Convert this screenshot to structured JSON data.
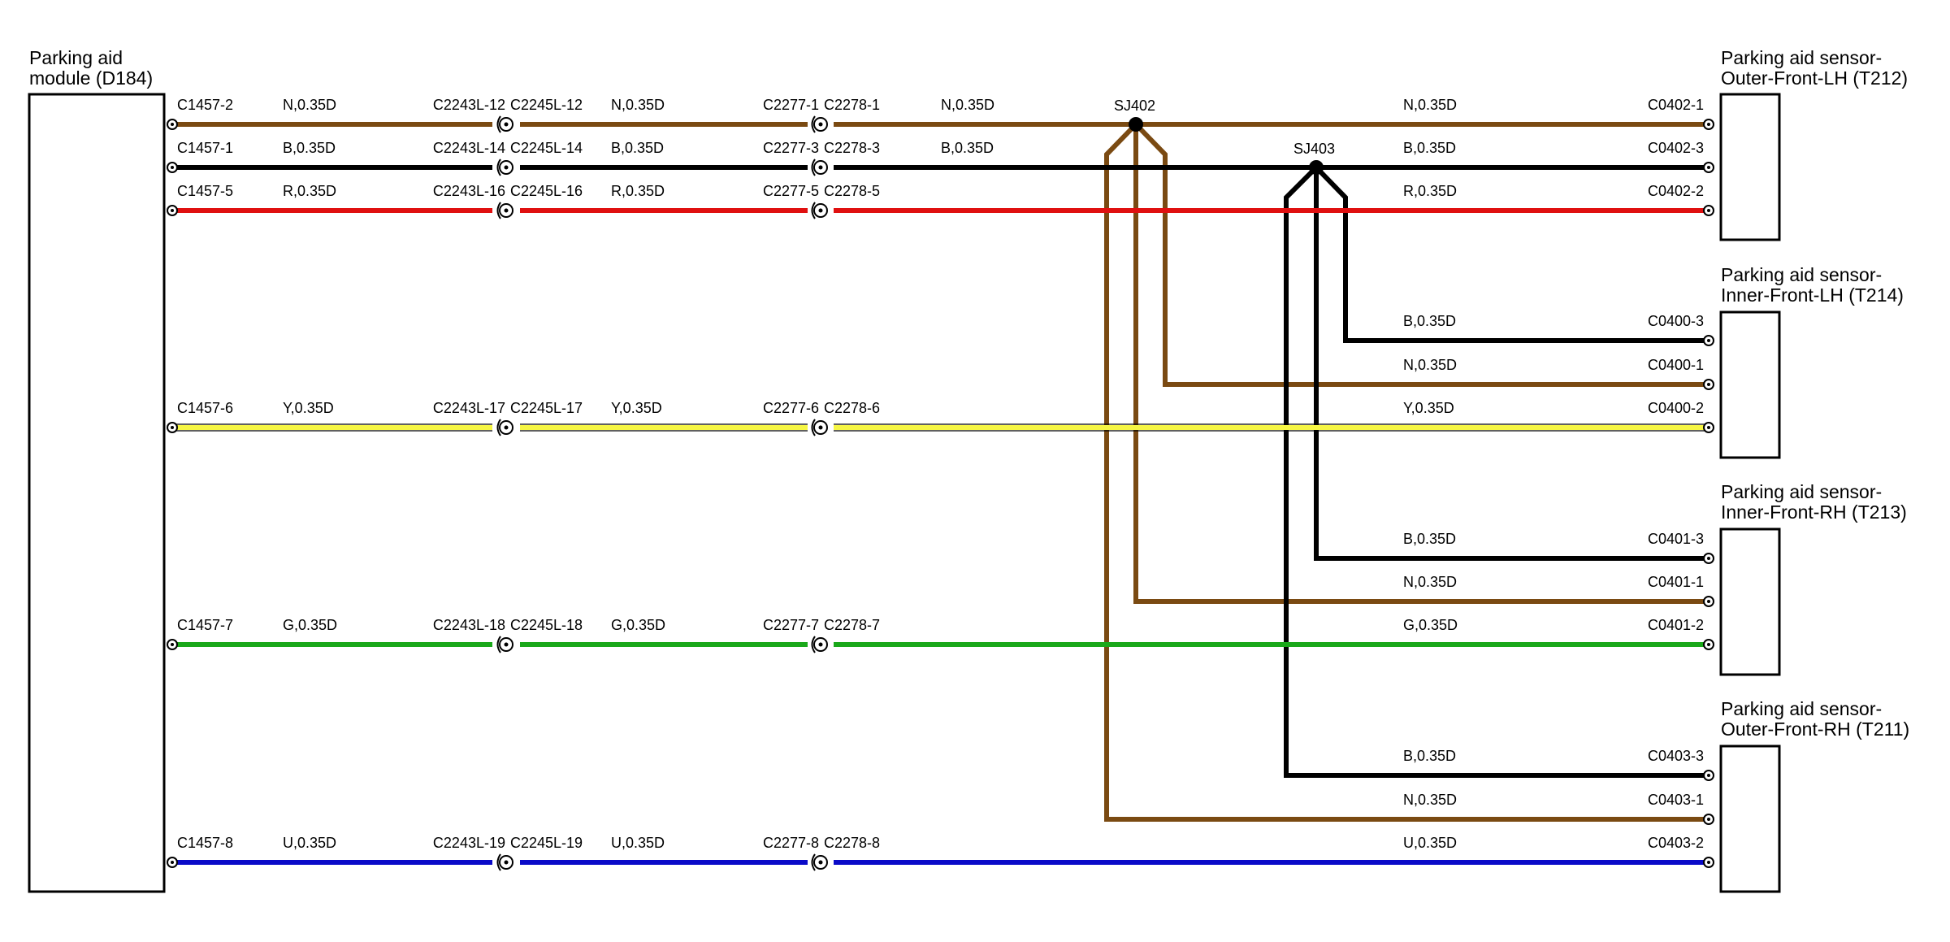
{
  "colors": {
    "N": "#7a4a12",
    "B": "#000000",
    "R": "#e01010",
    "Y": "#f6f644",
    "G": "#1aa81a",
    "U": "#0a0ac8"
  },
  "module": {
    "title_line1": "Parking aid",
    "title_line2": "module (D184)"
  },
  "sensors": [
    {
      "title_line1": "Parking aid sensor-",
      "title_line2": "Outer-Front-LH (T212)"
    },
    {
      "title_line1": "Parking aid sensor-",
      "title_line2": "Inner-Front-LH (T214)"
    },
    {
      "title_line1": "Parking aid sensor-",
      "title_line2": "Inner-Front-RH (T213)"
    },
    {
      "title_line1": "Parking aid sensor-",
      "title_line2": "Outer-Front-RH (T211)"
    }
  ],
  "splices": {
    "sj402": "SJ402",
    "sj403": "SJ403"
  },
  "circuits": [
    {
      "color": "N",
      "pin": "C1457-2",
      "wire": "N,0.35D",
      "a": "C2243L-12",
      "b": "C2245L-12",
      "wire2": "N,0.35D",
      "c": "C2277-1",
      "d": "C2278-1",
      "wire3": "N,0.35D",
      "wire4": "N,0.35D",
      "end": "C0402-1"
    },
    {
      "color": "B",
      "pin": "C1457-1",
      "wire": "B,0.35D",
      "a": "C2243L-14",
      "b": "C2245L-14",
      "wire2": "B,0.35D",
      "c": "C2277-3",
      "d": "C2278-3",
      "wire3": "B,0.35D",
      "wire4": "B,0.35D",
      "end": "C0402-3"
    },
    {
      "color": "R",
      "pin": "C1457-5",
      "wire": "R,0.35D",
      "a": "C2243L-16",
      "b": "C2245L-16",
      "wire2": "R,0.35D",
      "c": "C2277-5",
      "d": "C2278-5",
      "wire4": "R,0.35D",
      "end": "C0402-2"
    },
    {
      "color": "Y",
      "pin": "C1457-6",
      "wire": "Y,0.35D",
      "a": "C2243L-17",
      "b": "C2245L-17",
      "wire2": "Y,0.35D",
      "c": "C2277-6",
      "d": "C2278-6",
      "wire4": "Y,0.35D",
      "end": "C0400-2"
    },
    {
      "color": "G",
      "pin": "C1457-7",
      "wire": "G,0.35D",
      "a": "C2243L-18",
      "b": "C2245L-18",
      "wire2": "G,0.35D",
      "c": "C2277-7",
      "d": "C2278-7",
      "wire4": "G,0.35D",
      "end": "C0401-2"
    },
    {
      "color": "U",
      "pin": "C1457-8",
      "wire": "U,0.35D",
      "a": "C2243L-19",
      "b": "C2245L-19",
      "wire2": "U,0.35D",
      "c": "C2277-8",
      "d": "C2278-8",
      "wire4": "U,0.35D",
      "end": "C0403-2"
    }
  ],
  "branches": [
    {
      "color": "B",
      "wire": "B,0.35D",
      "end": "C0400-3"
    },
    {
      "color": "N",
      "wire": "N,0.35D",
      "end": "C0400-1"
    },
    {
      "color": "B",
      "wire": "B,0.35D",
      "end": "C0401-3"
    },
    {
      "color": "N",
      "wire": "N,0.35D",
      "end": "C0401-1"
    },
    {
      "color": "B",
      "wire": "B,0.35D",
      "end": "C0403-3"
    },
    {
      "color": "N",
      "wire": "N,0.35D",
      "end": "C0403-1"
    }
  ]
}
